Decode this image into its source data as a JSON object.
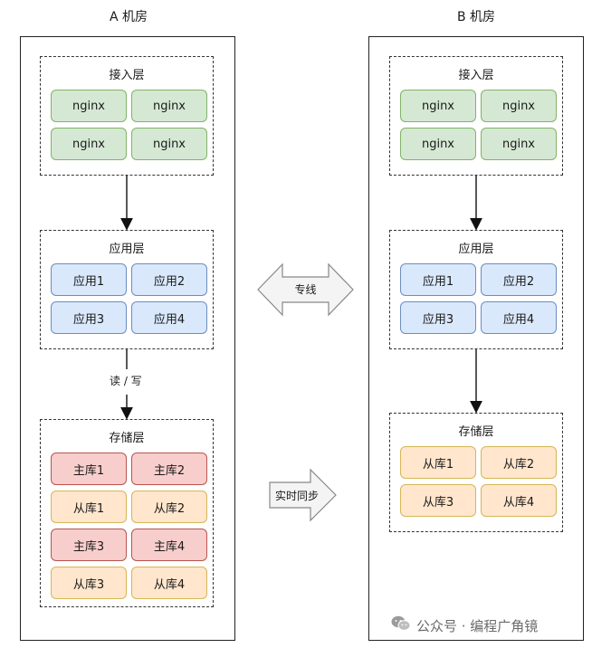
{
  "room_a": {
    "title": "A 机房",
    "access": {
      "title": "接入层",
      "items": [
        "nginx",
        "nginx",
        "nginx",
        "nginx"
      ]
    },
    "app": {
      "title": "应用层",
      "items": [
        "应用1",
        "应用2",
        "应用3",
        "应用4"
      ]
    },
    "storage": {
      "title": "存储层",
      "items": [
        "主库1",
        "主库2",
        "从库1",
        "从库2",
        "主库3",
        "主库4",
        "从库3",
        "从库4"
      ]
    },
    "edge_label": "读 / 写"
  },
  "room_b": {
    "title": "B 机房",
    "access": {
      "title": "接入层",
      "items": [
        "nginx",
        "nginx",
        "nginx",
        "nginx"
      ]
    },
    "app": {
      "title": "应用层",
      "items": [
        "应用1",
        "应用2",
        "应用3",
        "应用4"
      ]
    },
    "storage": {
      "title": "存储层",
      "items": [
        "从库1",
        "从库2",
        "从库3",
        "从库4"
      ]
    }
  },
  "links": {
    "dedicated_line": "专线",
    "realtime_sync": "实时同步"
  },
  "watermark": "公众号 · 编程广角镜",
  "colors": {
    "nginx_fill": "#d5e8d4",
    "app_fill": "#dae8fc",
    "master_fill": "#f8cecc",
    "slave_fill": "#ffe6cc"
  }
}
